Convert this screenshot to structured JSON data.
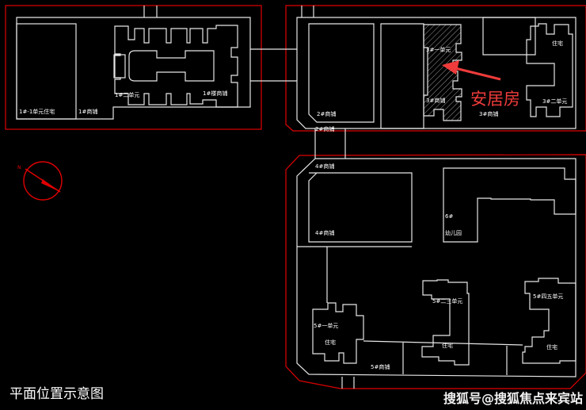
{
  "plan_title": "平面位置示意图",
  "highlight_label": "安居房",
  "watermark": "搜狐号@搜狐焦点来宾站",
  "building_labels": {
    "tl_1": "1#-1单元住宅",
    "tl_2": "1#商铺",
    "tl_3": "1#二单元",
    "tl_4": "1#楼商铺",
    "tr_1": "2#商铺",
    "tr_2": "2#商铺",
    "tr_3": "3#一单元",
    "tr_4": "3#商铺",
    "tr_5": "3#商铺",
    "tr_6": "住宅",
    "tr_7": "3#二单元",
    "b_1": "4#商铺",
    "b_2": "4#商铺",
    "b_3": "6#",
    "b_4": "幼儿园",
    "b_5": "5#一单元",
    "b_6": "住宅",
    "b_7": "5#二三单元",
    "b_8": "住宅",
    "b_9": "5#四五单元",
    "b_10": "住宅",
    "b_11": "5#商铺"
  },
  "colors": {
    "boundary": "#e00000",
    "building": "#e6e6e6",
    "highlight": "#ef3b3b"
  }
}
